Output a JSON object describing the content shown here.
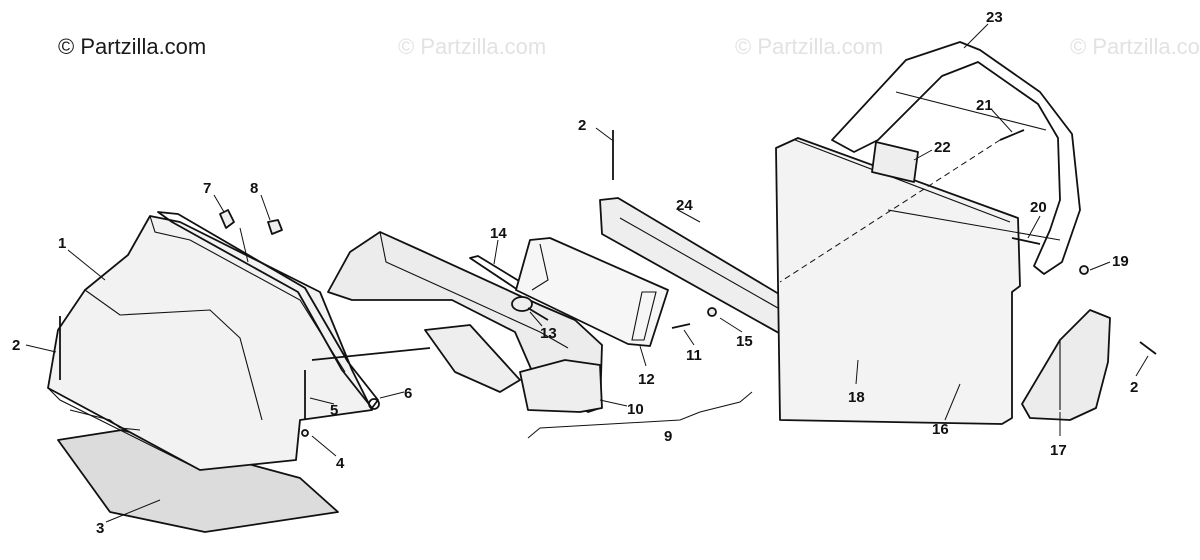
{
  "watermarks": [
    "© Partzilla.com",
    "© Partzilla.com",
    "© Partzilla.com",
    "© Partzilla.com"
  ],
  "callouts": {
    "c1": "1",
    "c2a": "2",
    "c2b": "2",
    "c2c": "2",
    "c3": "3",
    "c4": "4",
    "c5": "5",
    "c6": "6",
    "c7": "7",
    "c8": "8",
    "c9": "9",
    "c10": "10",
    "c11": "11",
    "c12": "12",
    "c13": "13",
    "c14": "14",
    "c15": "15",
    "c16": "16",
    "c17": "17",
    "c18": "18",
    "c19": "19",
    "c20": "20",
    "c21": "21",
    "c22": "22",
    "c23": "23",
    "c24": "24"
  }
}
